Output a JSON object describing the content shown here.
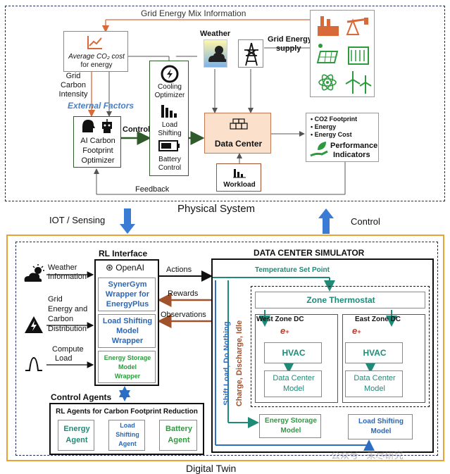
{
  "physical": {
    "label": "Physical System",
    "grid_mix": "Grid Energy Mix Information",
    "avg_co2_line1": "Average CO₂ cost",
    "avg_co2_line2": "for energy",
    "weather": "Weather",
    "grid_supply_line1": "Grid Energy",
    "grid_supply_line2": "supply",
    "grid_carbon_line1": "Grid",
    "grid_carbon_line2": "Carbon",
    "grid_carbon_line3": "Intensity",
    "external_factors": "External Factors",
    "control": "Control",
    "optimizer_line1": "AI Carbon",
    "optimizer_line2": "Footprint",
    "optimizer_line3": "Optimizer",
    "cooling_line1": "Cooling",
    "cooling_line2": "Optimizer",
    "load_line1": "Load",
    "load_line2": "Shifting",
    "battery_line1": "Battery",
    "battery_line2": "Control",
    "data_center": "Data Center",
    "workload": "Workload",
    "pi_items": [
      "CO2 Footprint",
      "Energy",
      "Energy Cost"
    ],
    "pi_title_line1": "Performance",
    "pi_title_line2": "Indicators",
    "feedback": "Feedback"
  },
  "between": {
    "iot": "IOT / Sensing",
    "control": "Control"
  },
  "digital": {
    "label": "Digital Twin",
    "rl_interface": "RL Interface",
    "openai": "OpenAI",
    "synergym_line1": "SynerGym",
    "synergym_line2": "Wrapper for",
    "synergym_line3": "EnergyPlus",
    "lsm_line1": "Load Shifting",
    "lsm_line2": "Model",
    "lsm_line3": "Wrapper",
    "esm_line1": "Energy Storage",
    "esm_line2": "Model",
    "esm_line3": "Wrapper",
    "weather_line1": "Weather",
    "weather_line2": "Information",
    "grid_line1": "Grid",
    "grid_line2": "Energy and",
    "grid_line3": "Carbon",
    "grid_line4": "Distribution",
    "compute_line1": "Compute",
    "compute_line2": "Load",
    "actions": "Actions",
    "rewards": "Rewards",
    "observations": "Observations",
    "control_agents": "Control Agents",
    "rl_agents": "RL Agents for Carbon Footprint Reduction",
    "energy_agent_line1": "Energy",
    "energy_agent_line2": "Agent",
    "load_agent_line1": "Load",
    "load_agent_line2": "Shifting",
    "load_agent_line3": "Agent",
    "battery_agent_line1": "Battery",
    "battery_agent_line2": "Agent",
    "simulator": "DATA CENTER SIMULATOR",
    "temp_set_point": "Temperature Set Point",
    "zone_thermostat": "Zone Thermostat",
    "west_zone": "West Zone DC",
    "east_zone": "East Zone DC",
    "hvac": "HVAC",
    "dc_model_line1": "Data Center",
    "dc_model_line2": "Model",
    "shift_load": "Shift Load, Do Nothing",
    "charge": "Charge, Discharge, Idle",
    "energy_storage_line1": "Energy Storage",
    "energy_storage_line2": "Model",
    "load_shifting_line1": "Load Shifting",
    "load_shifting_line2": "Model",
    "watermark": "公众号 · 未尽研究"
  },
  "colors": {
    "navy": "#1f2a5c",
    "orange": "#e8a235",
    "brown": "#a0522d",
    "green_dark": "#2f5a2a",
    "teal": "#1f8a78",
    "blue": "#2b6fc4",
    "blue_text": "#2e66b0",
    "salmon": "#fbe1cc",
    "peach_border": "#c47a52",
    "green_text": "#2e9a3e"
  },
  "icons": [
    "chart-icon",
    "weather-icon",
    "transmission-tower-icon",
    "factory-icon",
    "oil-pump-icon",
    "solar-panel-icon",
    "power-plant-icon",
    "atom-icon",
    "wind-turbine-icon",
    "stopwatch-icon",
    "bar-chart-icon",
    "battery-icon",
    "robot-icon",
    "brain-head-icon",
    "server-cubes-icon",
    "workload-chart-icon",
    "leaf-hand-icon",
    "cloud-sun-icon",
    "high-voltage-icon",
    "pulse-icon",
    "openai-icon"
  ]
}
